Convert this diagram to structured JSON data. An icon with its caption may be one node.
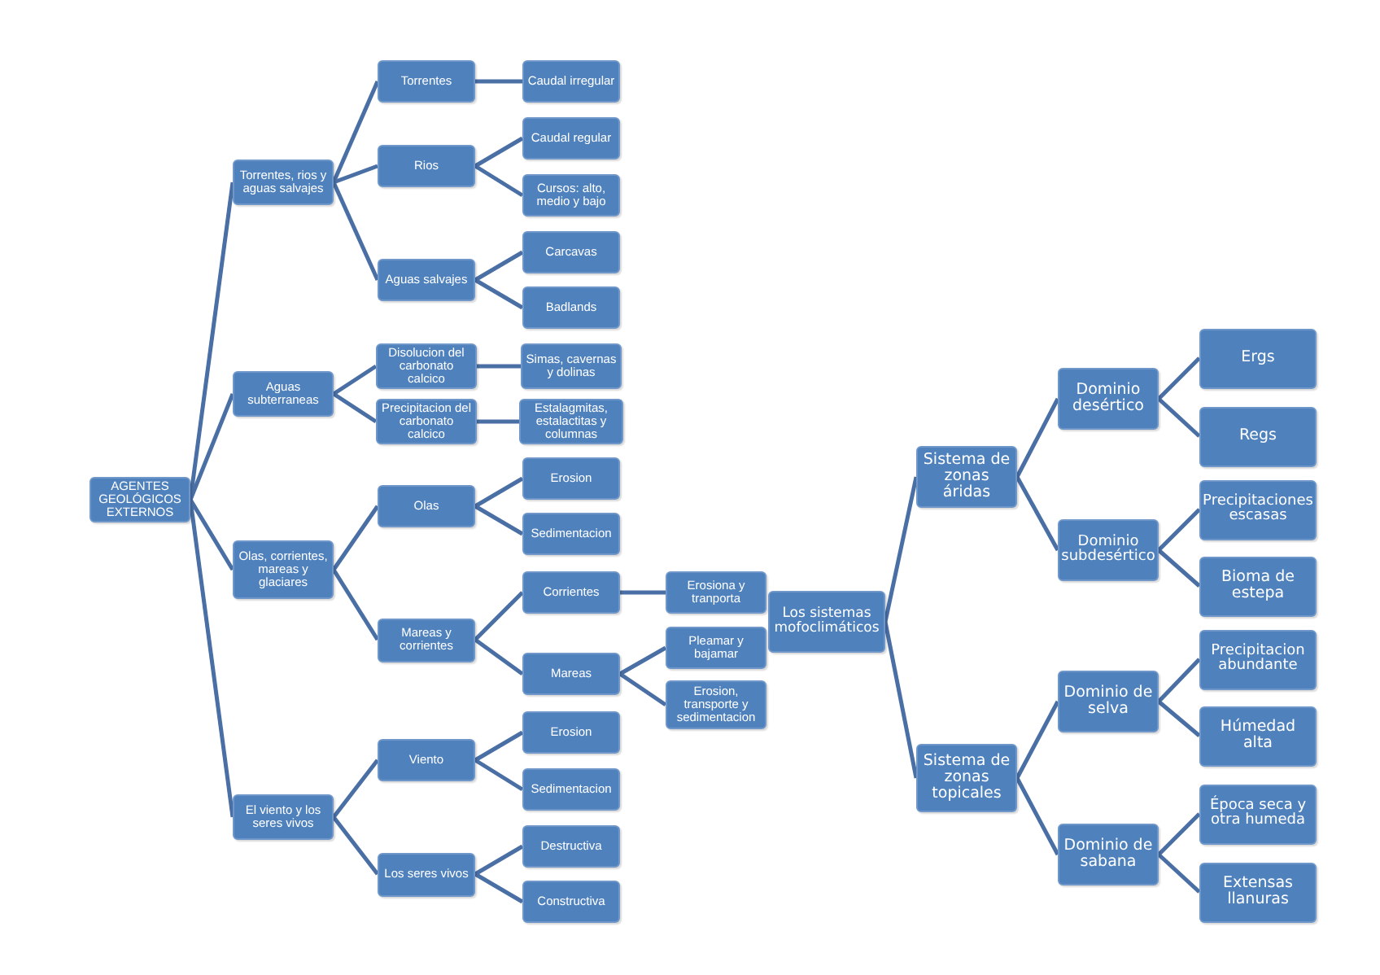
{
  "diagram": {
    "nodes": [
      {
        "text": [
          "AGENTES GEOLÓGICOS EXTERNOS"
        ]
      },
      {
        "text": [
          "Torrentes, rios y aguas salvajes"
        ]
      },
      {
        "text": [
          "Torrentes"
        ]
      },
      {
        "text": [
          "Caudal irregular"
        ]
      },
      {
        "text": [
          "Rios"
        ]
      },
      {
        "text": [
          "Caudal regular"
        ]
      },
      {
        "text": [
          "Cursos: alto, medio y bajo"
        ]
      },
      {
        "text": [
          "Aguas salvajes"
        ]
      },
      {
        "text": [
          "Carcavas"
        ]
      },
      {
        "text": [
          "Badlands"
        ]
      },
      {
        "text": [
          "Aguas subterraneas"
        ]
      },
      {
        "text": [
          "Disolucion del carbonato calcico"
        ]
      },
      {
        "text": [
          "Simas, cavernas y dolinas"
        ]
      },
      {
        "text": [
          "Precipitacion del carbonato calcico"
        ]
      },
      {
        "text": [
          "Estalagmitas, estalactitas y columnas"
        ]
      },
      {
        "text": [
          "Olas, corrientes, mareas y glaciares"
        ]
      },
      {
        "text": [
          "Olas"
        ]
      },
      {
        "text": [
          "Erosion"
        ]
      },
      {
        "text": [
          "Sedimentacion"
        ]
      },
      {
        "text": [
          "Mareas y corrientes"
        ]
      },
      {
        "text": [
          "Corrientes"
        ]
      },
      {
        "text": [
          "Erosiona y tranporta"
        ]
      },
      {
        "text": [
          "Mareas"
        ]
      },
      {
        "text": [
          "Pleamar y bajamar"
        ]
      },
      {
        "text": [
          "Erosion, transporte y sedimentacion"
        ]
      },
      {
        "text": [
          "El viento y los seres vivos"
        ]
      },
      {
        "text": [
          "Viento"
        ]
      },
      {
        "text": [
          "Erosion"
        ]
      },
      {
        "text": [
          "Sedimentacion"
        ]
      },
      {
        "text": [
          "Los seres vivos"
        ]
      },
      {
        "text": [
          "Destructiva"
        ]
      },
      {
        "text": [
          "Constructiva"
        ]
      },
      {
        "text": [
          "Los sistemas mofoclimáticos"
        ]
      },
      {
        "text": [
          "Sistema de zonas áridas"
        ]
      },
      {
        "text": [
          "Dominio desértico"
        ]
      },
      {
        "text": [
          "Ergs"
        ]
      },
      {
        "text": [
          "Regs"
        ]
      },
      {
        "text": [
          "Dominio subdesértico"
        ]
      },
      {
        "text": [
          "Precipitaciones escasas"
        ]
      },
      {
        "text": [
          "Bioma de estepa"
        ]
      },
      {
        "text": [
          "Sistema de zonas topicales"
        ]
      },
      {
        "text": [
          "Dominio de selva"
        ]
      },
      {
        "text": [
          "Precipitacion abundante"
        ]
      },
      {
        "text": [
          "Húmedad alta"
        ]
      },
      {
        "text": [
          "Dominio de sabana"
        ]
      },
      {
        "text": [
          "Época seca y otra humeda"
        ]
      },
      {
        "text": [
          "Extensas llanuras"
        ]
      }
    ],
    "edges": [
      {
        "from": 0,
        "to": 1,
        "arrow": "none"
      },
      {
        "from": 1,
        "to": 2,
        "arrow": "none"
      },
      {
        "from": 2,
        "to": 3,
        "arrow": "none"
      },
      {
        "from": 1,
        "to": 4,
        "arrow": "none"
      },
      {
        "from": 4,
        "to": 5,
        "arrow": "none"
      },
      {
        "from": 4,
        "to": 6,
        "arrow": "none"
      },
      {
        "from": 1,
        "to": 7,
        "arrow": "none"
      },
      {
        "from": 7,
        "to": 8,
        "arrow": "none"
      },
      {
        "from": 7,
        "to": 9,
        "arrow": "none"
      },
      {
        "from": 0,
        "to": 10,
        "arrow": "none"
      },
      {
        "from": 10,
        "to": 11,
        "arrow": "none"
      },
      {
        "from": 11,
        "to": 12,
        "arrow": "none"
      },
      {
        "from": 10,
        "to": 13,
        "arrow": "none"
      },
      {
        "from": 13,
        "to": 14,
        "arrow": "none"
      },
      {
        "from": 0,
        "to": 15,
        "arrow": "none"
      },
      {
        "from": 15,
        "to": 16,
        "arrow": "none"
      },
      {
        "from": 16,
        "to": 17,
        "arrow": "none"
      },
      {
        "from": 16,
        "to": 18,
        "arrow": "none"
      },
      {
        "from": 15,
        "to": 19,
        "arrow": "none"
      },
      {
        "from": 19,
        "to": 20,
        "arrow": "none"
      },
      {
        "from": 20,
        "to": 21,
        "arrow": "none"
      },
      {
        "from": 19,
        "to": 22,
        "arrow": "none"
      },
      {
        "from": 22,
        "to": 23,
        "arrow": "none"
      },
      {
        "from": 22,
        "to": 24,
        "arrow": "none"
      },
      {
        "from": 0,
        "to": 25,
        "arrow": "none"
      },
      {
        "from": 25,
        "to": 26,
        "arrow": "none"
      },
      {
        "from": 26,
        "to": 27,
        "arrow": "none"
      },
      {
        "from": 26,
        "to": 28,
        "arrow": "none"
      },
      {
        "from": 25,
        "to": 29,
        "arrow": "none"
      },
      {
        "from": 29,
        "to": 30,
        "arrow": "none"
      },
      {
        "from": 29,
        "to": 31,
        "arrow": "none"
      },
      {
        "from": 32,
        "to": 33,
        "arrow": "none"
      },
      {
        "from": 33,
        "to": 34,
        "arrow": "none"
      },
      {
        "from": 34,
        "to": 35,
        "arrow": "none"
      },
      {
        "from": 34,
        "to": 36,
        "arrow": "none"
      },
      {
        "from": 33,
        "to": 37,
        "arrow": "none"
      },
      {
        "from": 37,
        "to": 38,
        "arrow": "none"
      },
      {
        "from": 37,
        "to": 39,
        "arrow": "none"
      },
      {
        "from": 32,
        "to": 40,
        "arrow": "none"
      },
      {
        "from": 40,
        "to": 41,
        "arrow": "none"
      },
      {
        "from": 41,
        "to": 42,
        "arrow": "none"
      },
      {
        "from": 41,
        "to": 43,
        "arrow": "none"
      },
      {
        "from": 40,
        "to": 44,
        "arrow": "none"
      },
      {
        "from": 44,
        "to": 45,
        "arrow": "none"
      },
      {
        "from": 44,
        "to": 46,
        "arrow": "none"
      }
    ]
  }
}
